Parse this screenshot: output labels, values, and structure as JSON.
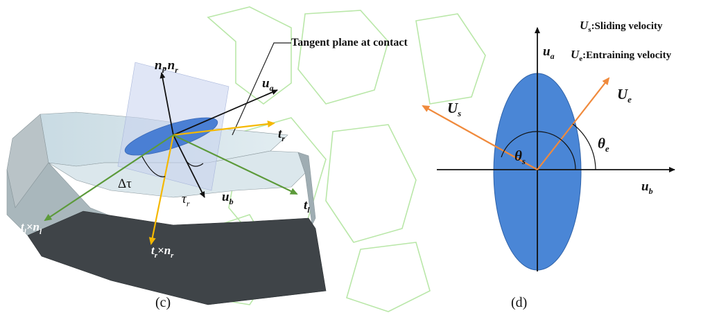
{
  "panel_c": {
    "title_callout": "Tangent plane at contact",
    "labels": {
      "normals": {
        "a": "n",
        "a_sub": "l",
        "sep": ",",
        "b": "n",
        "b_sub": "r"
      },
      "ua": {
        "main": "u",
        "sub": "a"
      },
      "tr": {
        "main": "t",
        "sub": "r"
      },
      "tl": {
        "main": "t",
        "sub": "l"
      },
      "ub": {
        "main": "u",
        "sub": "b"
      },
      "delta_tau": "Δτ",
      "tau_r": {
        "main": "τ",
        "sub": "r"
      },
      "tl_cross_nl": {
        "a": "t",
        "a_sub": "l",
        "op": "×",
        "b": "n",
        "b_sub": "l"
      },
      "tr_cross_nr": {
        "a": "t",
        "a_sub": "r",
        "op": "×",
        "b": "n",
        "b_sub": "r"
      }
    },
    "caption": "(c)"
  },
  "panel_d": {
    "legend": [
      {
        "sym": "U",
        "sub": "s",
        "text": ":Sliding velocity"
      },
      {
        "sym": "U",
        "sub": "e",
        "text": ":Entraining velocity"
      }
    ],
    "labels": {
      "ua": {
        "main": "u",
        "sub": "a"
      },
      "ub": {
        "main": "u",
        "sub": "b"
      },
      "Us": {
        "main": "U",
        "sub": "s"
      },
      "Ue": {
        "main": "U",
        "sub": "e"
      },
      "theta_s": {
        "main": "θ",
        "sub": "s"
      },
      "theta_e": {
        "main": "θ",
        "sub": "e"
      }
    },
    "caption": "(d)"
  },
  "colors": {
    "ellipse": "#4a86d6",
    "orange_arrow": "#f08a3c",
    "yellow_arrow": "#f5b800",
    "green_arrow": "#5c9a3a",
    "black_arrow": "#111111",
    "watermark": "#b9e7a8"
  }
}
